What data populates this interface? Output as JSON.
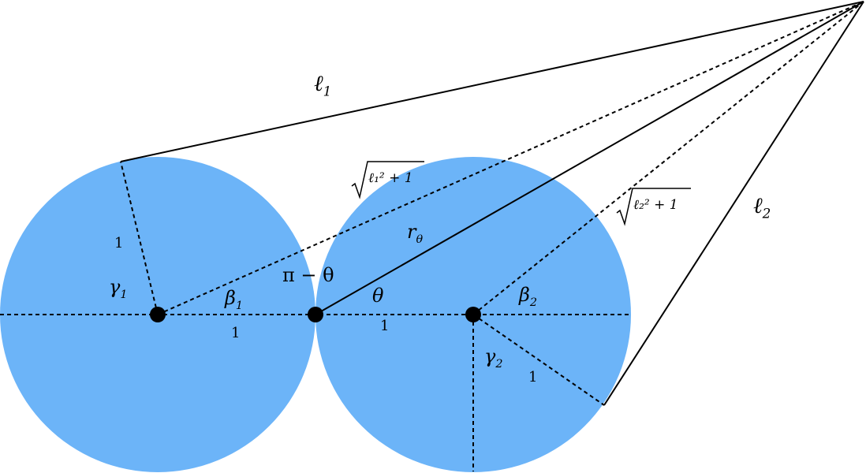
{
  "colors": {
    "disc": "#6cb4f8",
    "line": "#000000"
  },
  "labels": {
    "l1": {
      "base": "ℓ",
      "sub": "1"
    },
    "l2": {
      "base": "ℓ",
      "sub": "2"
    },
    "sqrt1": "ℓ₁² + 1",
    "sqrt2": "ℓ₂² + 1",
    "r_theta": {
      "base": "r",
      "sub": "θ"
    },
    "pi_minus_theta": "π − θ",
    "theta": "θ",
    "gamma1": {
      "base": "γ",
      "sub": "1"
    },
    "gamma2": {
      "base": "γ",
      "sub": "2"
    },
    "beta1": {
      "base": "β",
      "sub": "1"
    },
    "beta2": {
      "base": "β",
      "sub": "2"
    },
    "radius_left": "1",
    "radius_beta1": "1",
    "radius_middle": "1",
    "radius_gamma2": "1"
  }
}
